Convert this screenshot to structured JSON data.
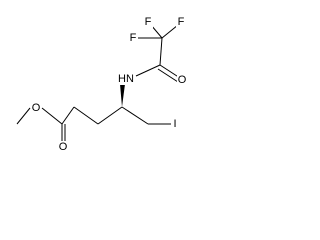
{
  "diagram": {
    "type": "chemical-structure",
    "atoms": {
      "fluorine_top_left": "F",
      "fluorine_top_right": "F",
      "fluorine_left": "F",
      "amide_nh": "HN",
      "amide_oxygen": "O",
      "ester_ether_oxygen": "O",
      "ester_carbonyl_oxygen": "O",
      "iodine": "I"
    },
    "colors": {
      "bond": "#000000",
      "label": "#000000",
      "background": "#ffffff"
    }
  }
}
